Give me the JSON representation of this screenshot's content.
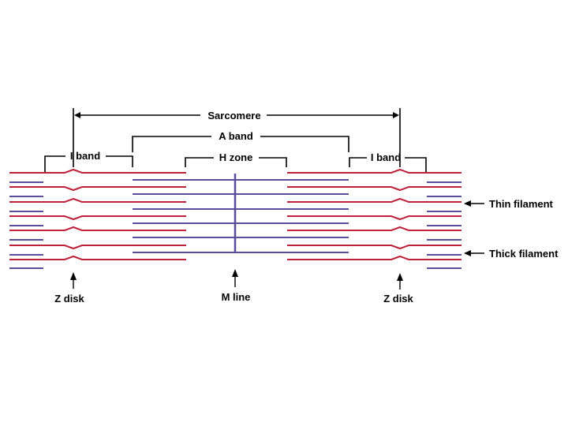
{
  "labels": {
    "sarcomere": "Sarcomere",
    "a_band": "A band",
    "i_band_left": "I band",
    "i_band_right": "I band",
    "h_zone": "H zone",
    "thin_filament": "Thin filament",
    "thick_filament": "Thick filament",
    "z_disk_left": "Z disk",
    "z_disk_right": "Z disk",
    "m_line": "M line"
  },
  "colors": {
    "thin_filament": "#c0213a",
    "thick_filament": "#5b4c9e",
    "label_text": "#000000"
  }
}
